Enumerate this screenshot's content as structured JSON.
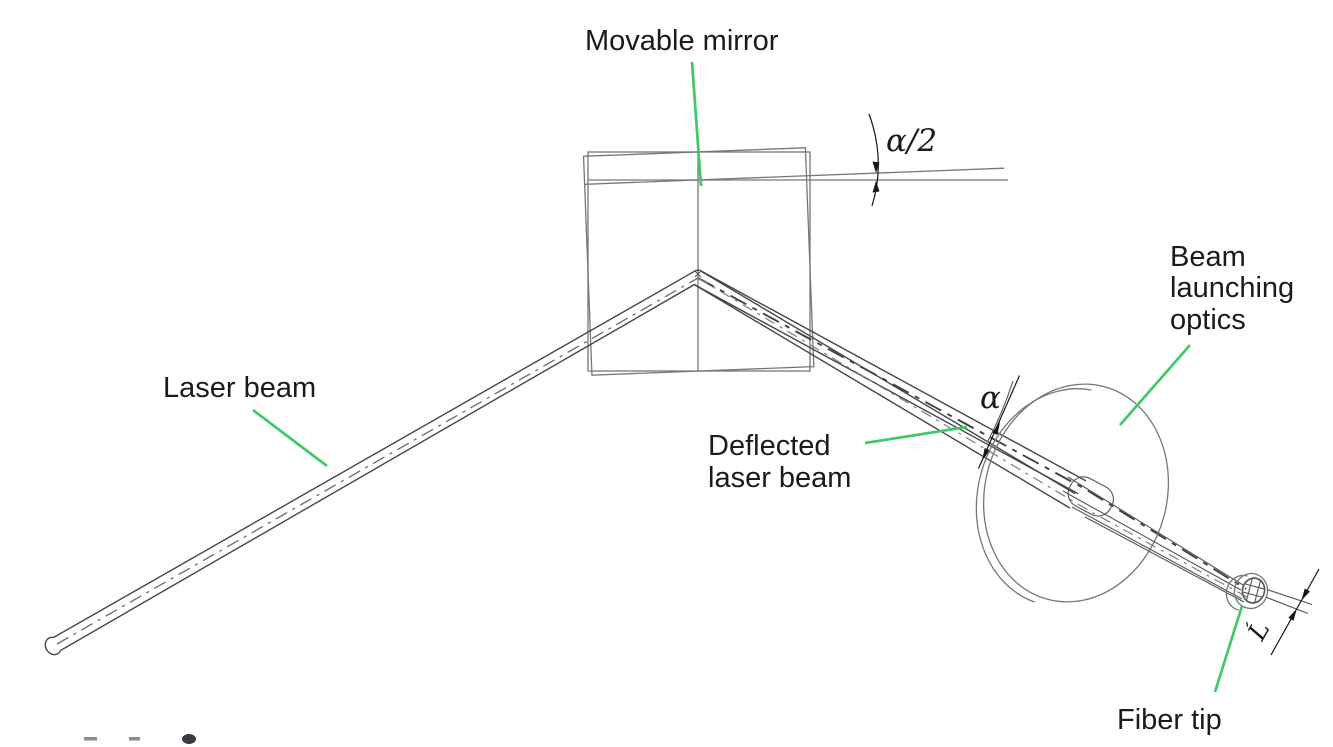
{
  "page": {
    "background": "#ffffff"
  },
  "labels": {
    "movable_mirror": "Movable mirror",
    "laser_beam": "Laser beam",
    "deflected_beam_line1": "Deflected",
    "deflected_beam_line2": "laser beam",
    "beam_launching_line1": "Beam",
    "beam_launching_line2": "launching",
    "beam_launching_line3": "optics",
    "fiber_tip": "Fiber tip",
    "angle_half_mirror": "α/2",
    "angle_deflection": "α",
    "focal_offset": "Ĺ"
  },
  "colors": {
    "leader_green": "#3fc96b",
    "structure_gray": "#76767c",
    "beam_dark": "#46464b",
    "centerline_gray": "#6a6a70",
    "dimension_black": "#161616",
    "text": "#1b1b1b"
  }
}
